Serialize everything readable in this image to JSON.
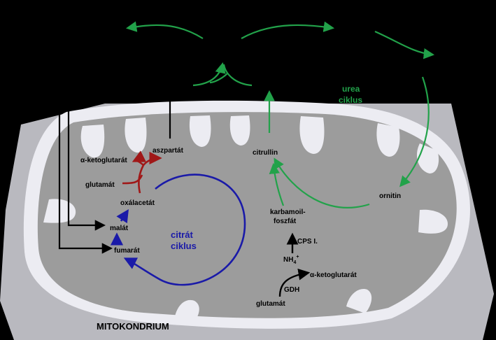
{
  "labels": {
    "alpha_ketoglutarat_top": "α-ketoglutarát",
    "aszpartat": "aszpartát",
    "glutamat_left": "glutamát",
    "oxalacetat": "oxálacetát",
    "malat": "malát",
    "fumarat": "fumarát",
    "citrat_ciklus_line1": "citrát",
    "citrat_ciklus_line2": "ciklus",
    "citrullin": "citrullin",
    "ornitin": "ornitin",
    "karbamoil_line1": "karbamoil-",
    "karbamoil_line2": "foszfát",
    "cps": "CPS I.",
    "nh4": "NH",
    "nh4_sub": "4",
    "nh4_sup": "+",
    "alpha_ketoglutarat_bottom": "α-ketoglutarát",
    "gdh": "GDH",
    "glutamat_bottom": "glutamát",
    "urea_line1": "urea",
    "urea_line2": "ciklus",
    "mitokondrium": "MITOKONDRIUM"
  },
  "colors": {
    "background": "#000000",
    "outer_membrane": "#b9b9bf",
    "inner_membrane": "#ececf2",
    "matrix": "#9c9c9c",
    "citrat_cycle": "#1a1aa8",
    "urea_cycle": "#22a24a",
    "transamination": "#a01818",
    "pathway": "#000000"
  }
}
